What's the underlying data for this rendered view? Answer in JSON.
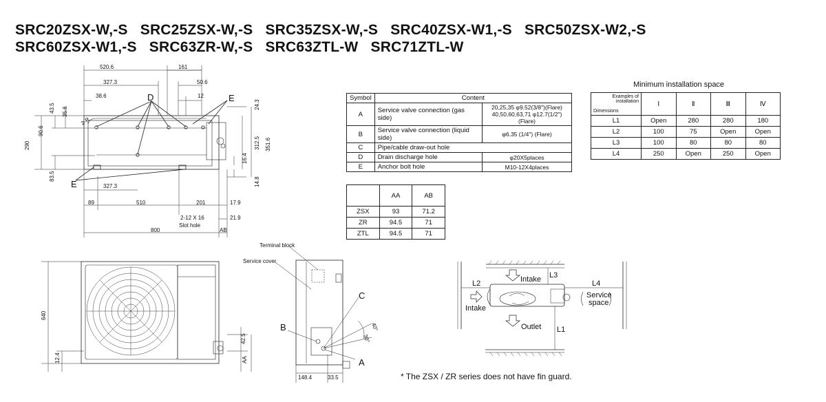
{
  "title": {
    "line1": "SRC20ZSX-W,-S   SRC25ZSX-W,-S   SRC35ZSX-W,-S   SRC40ZSX-W1,-S   SRC50ZSX-W2,-S",
    "line2": "SRC60ZSX-W1,-S   SRC63ZR-W,-S   SRC63ZTL-W   SRC71ZTL-W"
  },
  "top_view": {
    "dims": [
      "520.6",
      "327.3",
      "38.6",
      "161",
      "50.6",
      "12",
      "43.5",
      "35.6",
      "90.6",
      "290",
      "83.5",
      "327.3",
      "89",
      "510",
      "201",
      "17.9",
      "21.9",
      "800",
      "AB",
      "24.3",
      "312.5",
      "351.6",
      "16.4",
      "14.8"
    ],
    "labels": {
      "d": "D",
      "e_top": "E",
      "e_bottom": "E",
      "slot": "2-12 X 16",
      "slot2": "Slot hole",
      "corner": "2-R"
    }
  },
  "symbol_table": {
    "headers": [
      "Symbol",
      "Content"
    ],
    "rows": [
      {
        "symbol": "A",
        "content": "Service valve connection (gas side)",
        "spec": "20,25,35 φ9.52(3/8\")(Flare)",
        "spec2": "40,50,60,63,71 φ12.7(1/2\")(Flare)"
      },
      {
        "symbol": "B",
        "content": "Service valve connection (liquid side)",
        "spec": "φ6.35 (1/4\")  (Flare)",
        "spec2": ""
      },
      {
        "symbol": "C",
        "content": "Pipe/cable draw-out hole",
        "spec": "",
        "spec2": ""
      },
      {
        "symbol": "D",
        "content": "Drain discharge hole",
        "spec": "φ20X5places",
        "spec2": ""
      },
      {
        "symbol": "E",
        "content": "Anchor bolt hole",
        "spec": "M10-12X4places",
        "spec2": ""
      }
    ]
  },
  "aa_table": {
    "headers": [
      "",
      "AA",
      "AB"
    ],
    "rows": [
      [
        "ZSX",
        "93",
        "71.2"
      ],
      [
        "ZR",
        "94.5",
        "71"
      ],
      [
        "ZTL",
        "94.5",
        "71"
      ]
    ]
  },
  "min_space": {
    "title": "Minimum installation space",
    "corner_top": "Examples of installation",
    "corner_bottom": "Dimensions",
    "headers": [
      "Ⅰ",
      "Ⅱ",
      "Ⅲ",
      "Ⅳ"
    ],
    "rows": [
      [
        "L1",
        "Open",
        "280",
        "280",
        "180"
      ],
      [
        "L2",
        "100",
        "75",
        "Open",
        "Open"
      ],
      [
        "L3",
        "100",
        "80",
        "80",
        "80"
      ],
      [
        "L4",
        "250",
        "Open",
        "250",
        "Open"
      ]
    ]
  },
  "front_view": {
    "dims": [
      "640",
      "42.5",
      "12.4",
      "AA"
    ]
  },
  "side_view": {
    "labels": {
      "terminal": "Terminal block",
      "cover": "Service cover",
      "a": "A",
      "b": "B",
      "c": "C",
      "ang1": "40°",
      "ang2": "30°"
    },
    "dims": [
      "148.4",
      "33.5"
    ]
  },
  "install_diagram": {
    "labels": {
      "intake_top": "Intake",
      "intake_left": "Intake",
      "outlet": "Outlet",
      "service1": "Service",
      "service2": "space",
      "l1": "L1",
      "l2": "L2",
      "l3": "L3",
      "l4": "L4"
    }
  },
  "footnote": "* The ZSX / ZR series does not have fin guard."
}
